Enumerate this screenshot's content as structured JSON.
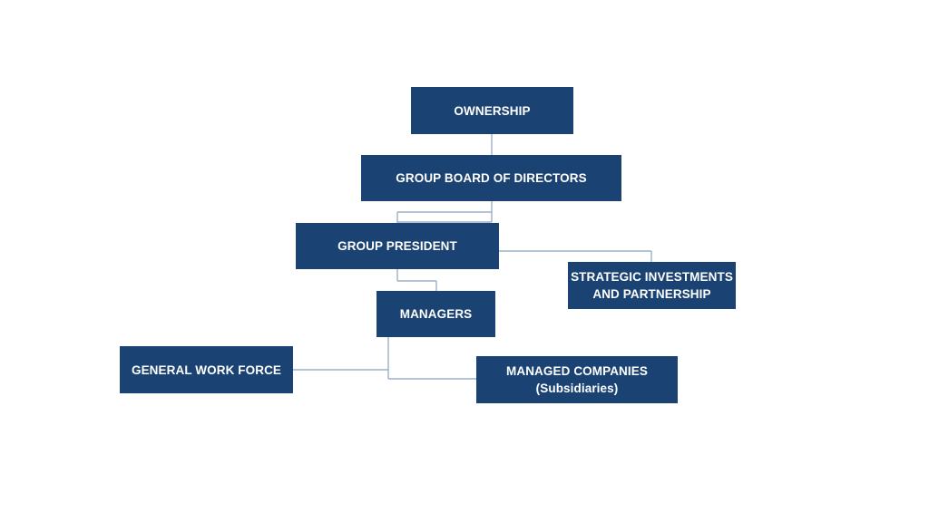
{
  "colors": {
    "box_fill": "#1a4373",
    "box_text": "#ffffff",
    "connector": "#9ab0c7",
    "background": "#ffffff"
  },
  "nodes": {
    "ownership": {
      "label": "OWNERSHIP"
    },
    "board": {
      "label": "GROUP BOARD OF DIRECTORS"
    },
    "president": {
      "label": "GROUP PRESIDENT"
    },
    "strategic": {
      "line1": "STRATEGIC INVESTMENTS",
      "line2": "AND PARTNERSHIP"
    },
    "managers": {
      "label": "MANAGERS"
    },
    "workforce": {
      "label": "GENERAL WORK FORCE"
    },
    "managed": {
      "line1": "MANAGED COMPANIES",
      "line2": "(Subsidiaries)"
    }
  }
}
